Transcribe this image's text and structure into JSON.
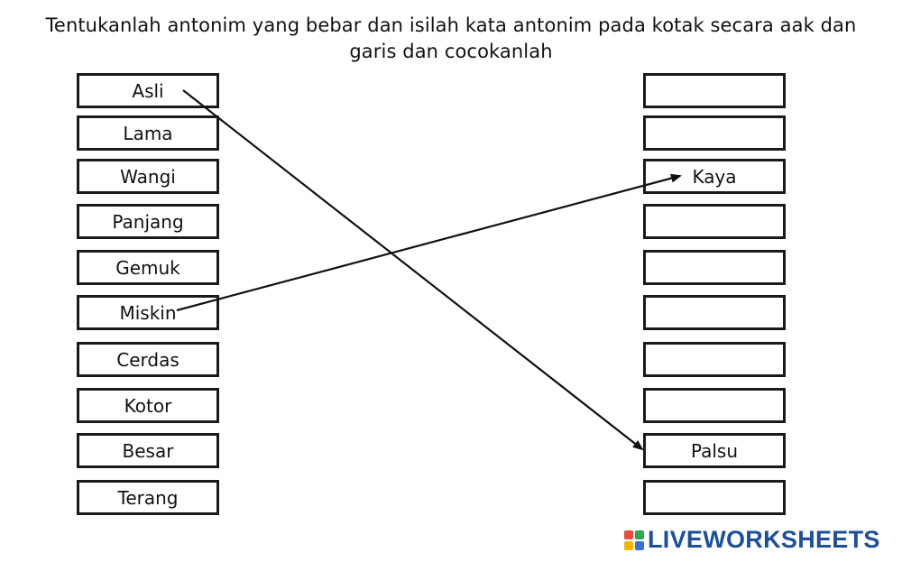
{
  "instruction": "Tentukanlah antonim yang bebar dan isilah kata antonim pada kotak secara aak dan garis dan cocokanlah",
  "left_words": [
    "Asli",
    "Lama",
    "Wangi",
    "Panjang",
    "Gemuk",
    "Miskin",
    "Cerdas",
    "Kotor",
    "Besar",
    "Terang"
  ],
  "right_answers": [
    "",
    "",
    "Kaya",
    "",
    "",
    "",
    "",
    "",
    "Palsu",
    ""
  ],
  "connections": [
    {
      "from": "Asli",
      "to": "Palsu"
    },
    {
      "from": "Miskin",
      "to": "Kaya"
    }
  ],
  "brand": {
    "name": "LIVEWORKSHEETS",
    "icon": "liveworksheets-logo-icon",
    "text_color": "#1d4f9c",
    "logo_colors": [
      "#e94b3c",
      "#2fa84f",
      "#f4b400",
      "#3b6fd8"
    ]
  }
}
